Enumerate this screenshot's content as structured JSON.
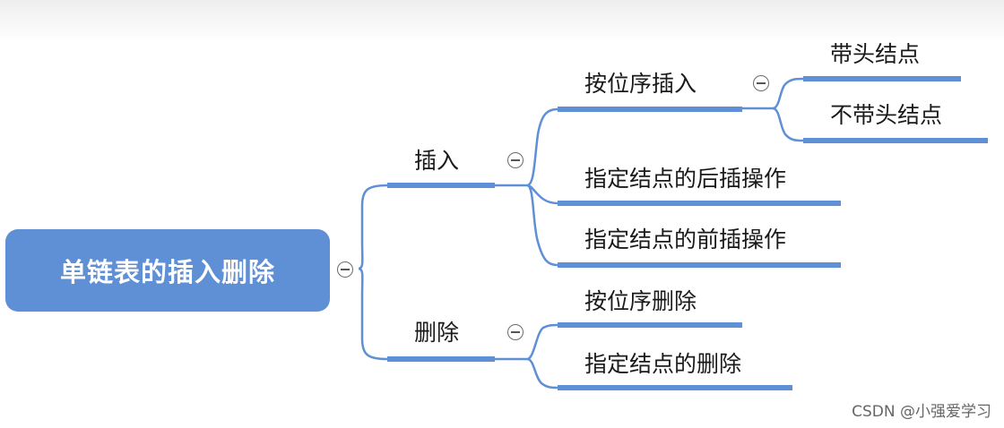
{
  "mindmap": {
    "root": {
      "label": "单链表的插入删除"
    },
    "branches": [
      {
        "label": "插入",
        "children": [
          {
            "label": "按位序插入",
            "children": [
              {
                "label": "带头结点"
              },
              {
                "label": "不带头结点"
              }
            ]
          },
          {
            "label": "指定结点的后插操作"
          },
          {
            "label": "指定结点的前插操作"
          }
        ]
      },
      {
        "label": "删除",
        "children": [
          {
            "label": "按位序删除"
          },
          {
            "label": "指定结点的删除"
          }
        ]
      }
    ],
    "line_color": "#5f8fd4"
  },
  "watermark": "CSDN @小强爱学习"
}
